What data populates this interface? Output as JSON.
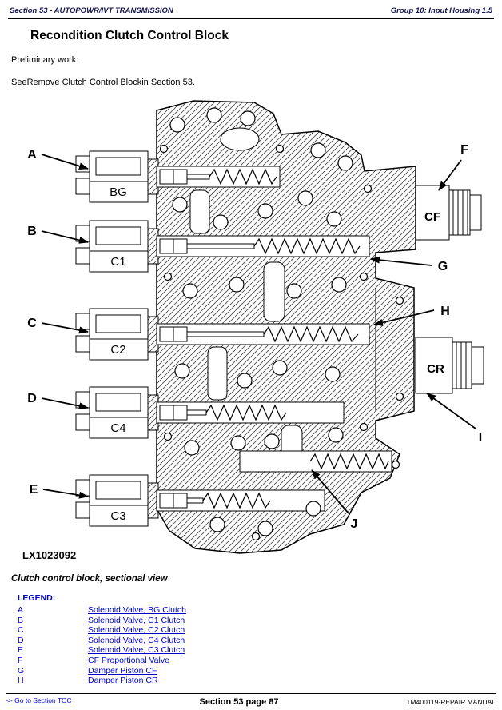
{
  "header": {
    "left": "Section 53 - AUTOPOWR/IVT TRANSMISSION",
    "right": "Group 10: Input Housing 1.5"
  },
  "page": {
    "title": "Recondition Clutch Control Block"
  },
  "body": {
    "preliminary": "Preliminary work:",
    "see_note": "SeeRemove Clutch Control Blockin Section 53."
  },
  "figure": {
    "image_id": "LX1023092",
    "caption": "Clutch control block, sectional view",
    "valve_labels": [
      "BG",
      "C1",
      "C2",
      "C4",
      "C3"
    ],
    "port_labels": [
      "CF",
      "CR"
    ],
    "callouts": [
      "A",
      "B",
      "C",
      "D",
      "E",
      "F",
      "G",
      "H",
      "I",
      "J"
    ]
  },
  "legend": {
    "title": "LEGEND:",
    "items": [
      {
        "key": "A",
        "label": "Solenoid Valve, BG Clutch"
      },
      {
        "key": "B",
        "label": "Solenoid Valve, C1 Clutch"
      },
      {
        "key": "C",
        "label": "Solenoid Valve, C2 Clutch"
      },
      {
        "key": "D",
        "label": "Solenoid Valve, C4 Clutch"
      },
      {
        "key": "E",
        "label": "Solenoid Valve, C3 Clutch"
      },
      {
        "key": "F",
        "label": "CF Proportional Valve"
      },
      {
        "key": "G",
        "label": "Damper Piston CF"
      },
      {
        "key": "H",
        "label": "Damper Piston CR"
      }
    ]
  },
  "footer": {
    "toc_link": "<- Go to Section TOC",
    "center": "Section 53 page 87",
    "right": "TM400119-REPAIR MANUAL"
  },
  "colors": {
    "link_blue": "#0000cc",
    "line_black": "#000000"
  }
}
